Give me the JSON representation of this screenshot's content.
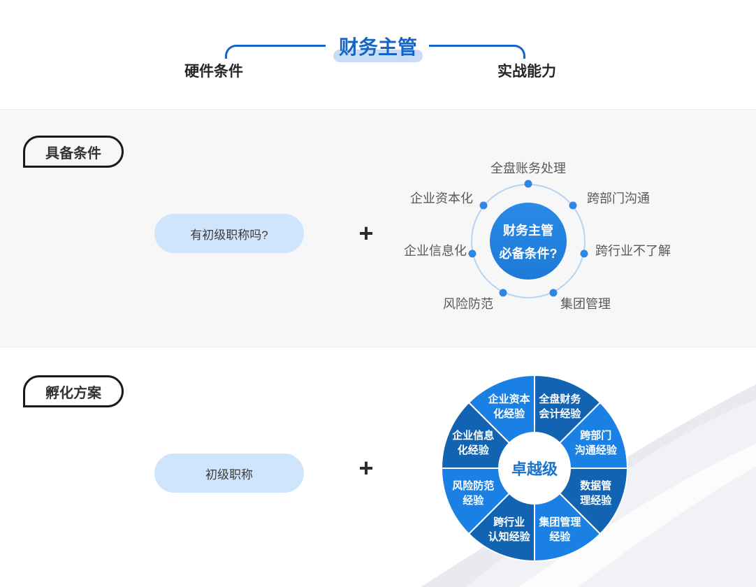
{
  "header": {
    "title": "财务主管",
    "left_label": "硬件条件",
    "right_label": "实战能力"
  },
  "section1": {
    "badge": "具备条件",
    "pill": "有初级职称吗?",
    "plus": "+",
    "diagram": {
      "center_lines": [
        "财务主管",
        "必备条件?"
      ],
      "labels": [
        "全盘账务处理",
        "跨部门沟通",
        "跨行业不了解",
        "集团管理",
        "风险防范",
        "企业信息化",
        "企业资本化"
      ]
    }
  },
  "section2": {
    "badge": "孵化方案",
    "pill": "初级职称",
    "plus": "+",
    "donut": {
      "center": "卓越级",
      "palette": {
        "dark": "#1264b2",
        "light": "#1b80e4"
      },
      "segments": [
        {
          "label": "全盘财务会计经验",
          "lines": [
            "全盘财务",
            "会计经验"
          ],
          "shade": "dark"
        },
        {
          "label": "跨部门沟通经验",
          "lines": [
            "跨部门",
            "沟通经验"
          ],
          "shade": "light"
        },
        {
          "label": "数据管理经验",
          "lines": [
            "数据管",
            "理经验"
          ],
          "shade": "dark"
        },
        {
          "label": "集团管理经验",
          "lines": [
            "集团管理",
            "经验"
          ],
          "shade": "light"
        },
        {
          "label": "跨行业认知经验",
          "lines": [
            "跨行业",
            "认知经验"
          ],
          "shade": "dark"
        },
        {
          "label": "风险防范经验",
          "lines": [
            "风险防范",
            "经验"
          ],
          "shade": "light"
        },
        {
          "label": "企业信息化经验",
          "lines": [
            "企业信息",
            "化经验"
          ],
          "shade": "dark"
        },
        {
          "label": "企业资本化经验",
          "lines": [
            "企业资本",
            "化经验"
          ],
          "shade": "light"
        }
      ]
    }
  },
  "chart_data": {
    "type": "pie",
    "title": "卓越级",
    "categories": [
      "全盘财务会计经验",
      "跨部门沟通经验",
      "数据管理经验",
      "集团管理经验",
      "跨行业认知经验",
      "风险防范经验",
      "企业信息化经验",
      "企业资本化经验"
    ],
    "values": [
      12.5,
      12.5,
      12.5,
      12.5,
      12.5,
      12.5,
      12.5,
      12.5
    ],
    "colors": [
      "#1264b2",
      "#1b80e4",
      "#1264b2",
      "#1b80e4",
      "#1264b2",
      "#1b80e4",
      "#1264b2",
      "#1b80e4"
    ]
  },
  "colors": {
    "accent_blue": "#1565c8",
    "title_highlight": "#cadcf5",
    "pill_bg": "#cfe5fb",
    "ring_stroke": "#b5d3f2",
    "ring_dot": "#2e87e2",
    "ring_center_bg": "#1f7dda",
    "label_gray": "#595959",
    "section_bg": "#f7f7f8",
    "donut_dark": "#1264b2",
    "donut_light": "#1b80e4",
    "donut_center_text": "#1a73cc"
  }
}
